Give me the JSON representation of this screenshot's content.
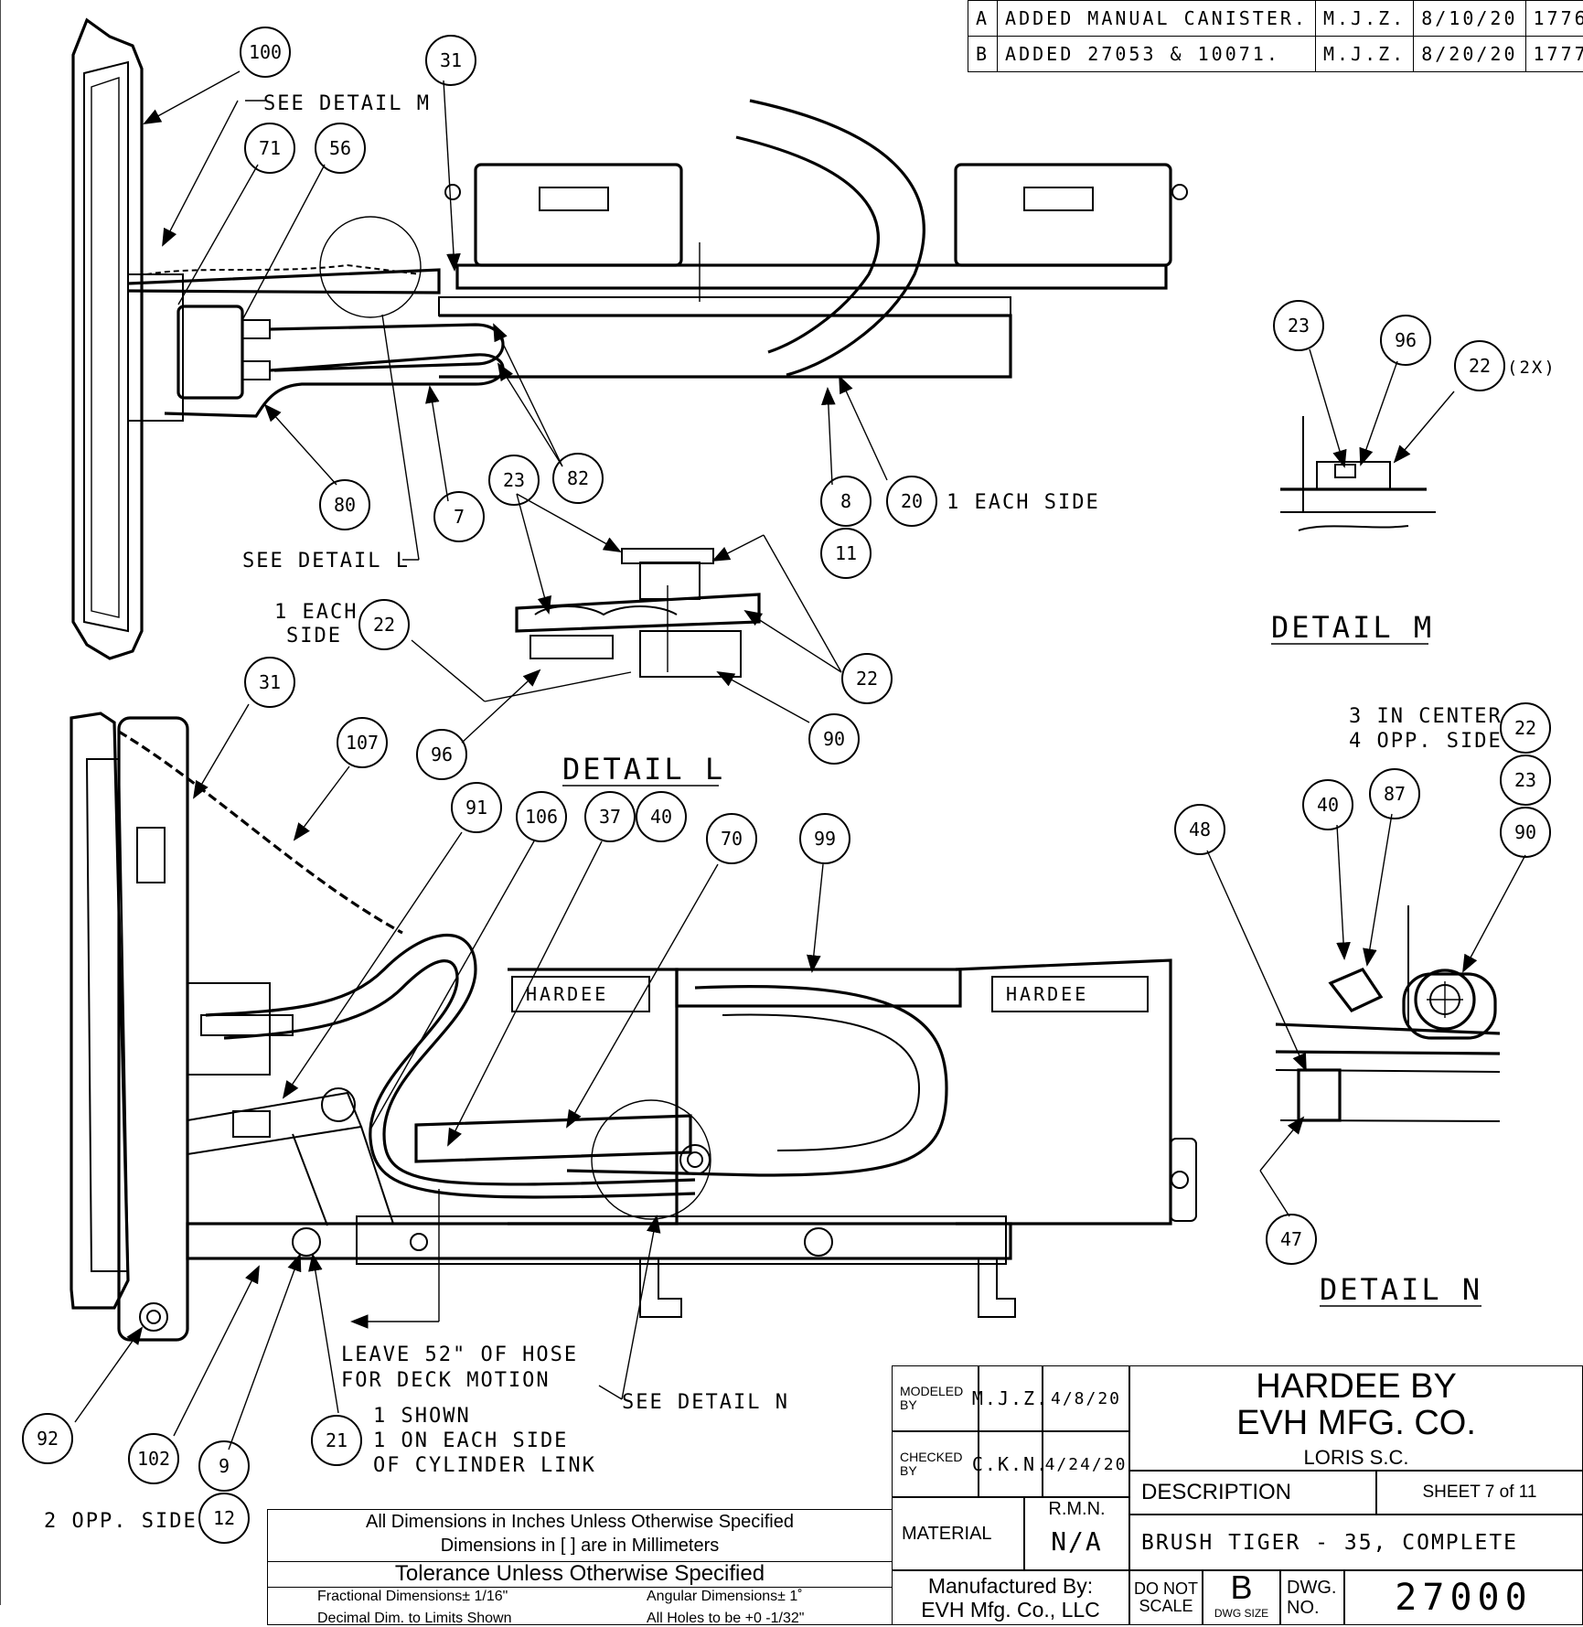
{
  "revisions": [
    {
      "rev": "A",
      "description": "ADDED MANUAL CANISTER.",
      "by": "M.J.Z.",
      "date": "8/10/20",
      "eco": "1776"
    },
    {
      "rev": "B",
      "description": "ADDED 27053 & 10071.",
      "by": "M.J.Z.",
      "date": "8/20/20",
      "eco": "1777"
    }
  ],
  "balloons": {
    "b100": "100",
    "b31a": "31",
    "b71": "71",
    "b56": "56",
    "b80": "80",
    "b7": "7",
    "b82": "82",
    "b8": "8",
    "b20": "20",
    "b11": "11",
    "b23L": "23",
    "b22L1": "22",
    "b22L2": "22",
    "b96L": "96",
    "b90L": "90",
    "b23M": "23",
    "b96M": "96",
    "b22M": "22",
    "b31b": "31",
    "b107": "107",
    "b91": "91",
    "b106": "106",
    "b37": "37",
    "b40a": "40",
    "b70": "70",
    "b99": "99",
    "b92": "92",
    "b102": "102",
    "b9": "9",
    "b21": "21",
    "b12": "12",
    "b22N": "22",
    "b23N": "23",
    "b90N": "90",
    "b40N": "40",
    "b87": "87",
    "b48": "48",
    "b47": "47"
  },
  "notes": {
    "see_detail_m": "SEE DETAIL M",
    "see_detail_l": "SEE DETAIL L",
    "one_each_side_20": "1 EACH SIDE",
    "one_each_side_22_a": "1 EACH",
    "one_each_side_22_b": "SIDE",
    "two_x": "(2X)",
    "detail_m": "DETAIL M",
    "detail_l": "DETAIL L",
    "detail_n": "DETAIL N",
    "three_in_center": "3 IN CENTER",
    "four_opp_side": "4 OPP. SIDE",
    "leave_hose_1": "LEAVE 52\" OF HOSE",
    "leave_hose_2": "FOR DECK MOTION",
    "see_detail_n": "SEE DETAIL N",
    "one_shown": "1 SHOWN",
    "one_each_cyl_1": "1 ON EACH SIDE",
    "one_each_cyl_2": "OF CYLINDER LINK",
    "two_opp_side": "2 OPP. SIDE",
    "decal_1": "HARDEE",
    "decal_2": "HARDEE"
  },
  "tolerance": {
    "line1": "All Dimensions in Inches Unless Otherwise Specified",
    "line2": "Dimensions in [ ] are in Millimeters",
    "title": "Tolerance Unless Otherwise Specified",
    "fractional": "Fractional Dimensions± 1/16\"",
    "angular": "Angular Dimensions± 1˚",
    "decimal": "Decimal Dim. to Limits Shown",
    "holes": "All Holes to be +0 -1/32\""
  },
  "title_block": {
    "modeled_label": "MODELED BY",
    "modeled_by": "M.J.Z.",
    "modeled_date": "4/8/20",
    "checked_label": "CHECKED BY",
    "checked_by": "C.K.N.",
    "checked_date": "4/24/20",
    "material_label": "MATERIAL",
    "rmn": "R.M.N.",
    "material": "N/A",
    "manufactured_label": "Manufactured By:",
    "manufacturer": "EVH Mfg. Co., LLC",
    "company_1": "HARDEE BY",
    "company_2": "EVH MFG. CO.",
    "location": "LORIS S.C.",
    "description_label": "DESCRIPTION",
    "sheet": "SHEET 7 of 11",
    "description": "BRUSH TIGER - 35, COMPLETE",
    "do_not_scale": "DO NOT SCALE",
    "size": "B",
    "size_label": "DWG SIZE",
    "dwg_no_label": "DWG. NO.",
    "dwg_no": "27000"
  }
}
